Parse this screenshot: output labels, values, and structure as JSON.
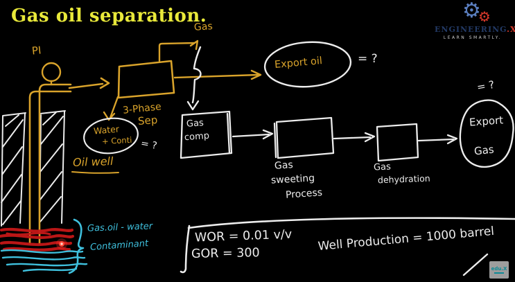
{
  "colors": {
    "background": "#000000",
    "title_yellow": "#e9e93a",
    "ink_orange": "#d9a32b",
    "ink_white": "#ececec",
    "ink_cyan": "#3fc0dd",
    "ink_red": "#c41818",
    "laser_red": "#ff4433",
    "logo_navy": "#233a66",
    "logo_blue": "#5b7fc0",
    "logo_red": "#d8392b",
    "watermark_teal": "#0d8a96"
  },
  "title": "Gas oil separation.",
  "logo": {
    "brand": "ENGINEERING",
    "suffix": ".X",
    "tagline": "LEARN SMARTLY."
  },
  "well": {
    "pi_label": "PI",
    "oil_well_label": "Oil well"
  },
  "separator": {
    "label_line1": "3-Phase",
    "label_line2": "Sep",
    "gas_out_label": "Gas"
  },
  "water_outlet": {
    "line1": "Water",
    "line2": "+ Conti",
    "question": "= ?"
  },
  "export_oil": {
    "label": "Export oil",
    "question": "= ?"
  },
  "gas_train": {
    "comp_line1": "Gas",
    "comp_line2": "comp",
    "sweet_line1": "Gas",
    "sweet_line2": "sweeting",
    "sweet_line3": "Process",
    "dehyd_line1": "Gas",
    "dehyd_line2": "dehydration",
    "export_line1": "Export",
    "export_line2": "Gas",
    "export_question": "= ?"
  },
  "reservoir": {
    "note_line1": "Gas.oil - water",
    "note_line2": "Contaminant"
  },
  "notes": {
    "wor": "WOR = 0.01 v/v",
    "gor": "GOR = 300",
    "production": "Well Production = 1000 barrel"
  },
  "watermark": {
    "text": "edu.X"
  }
}
